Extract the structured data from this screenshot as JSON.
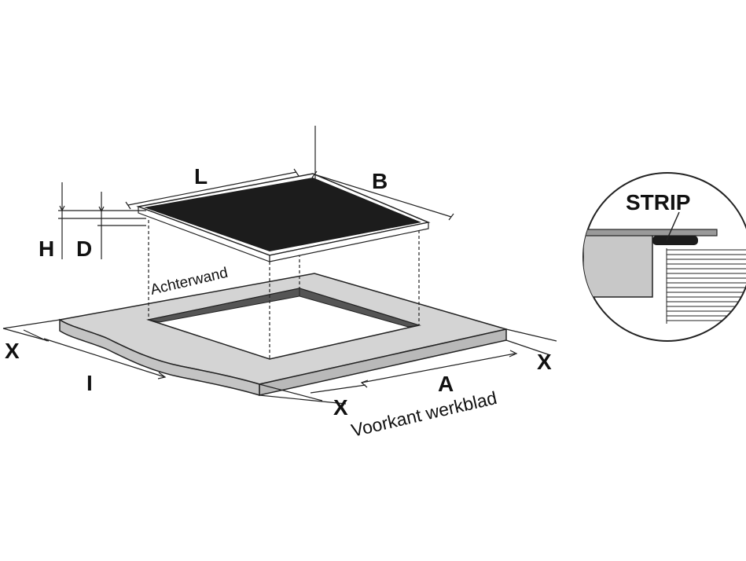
{
  "labels": {
    "length": "L",
    "width": "B",
    "height": "H",
    "depth": "D",
    "back_wall": "Achterwand",
    "clearance_left": "X",
    "clearance_right": "X",
    "clearance_front": "X",
    "inner_distance": "I",
    "cutout_distance": "A",
    "countertop_front": "Voorkant werkblad",
    "detail_strip": "STRIP"
  },
  "colors": {
    "hob_surface": "#1c1c1c",
    "countertop": "#d0d0d0",
    "countertop_edge": "#b8b8b8",
    "cutout_rim": "#555555",
    "line": "#222222",
    "detail_block": "#c8c8c8"
  }
}
